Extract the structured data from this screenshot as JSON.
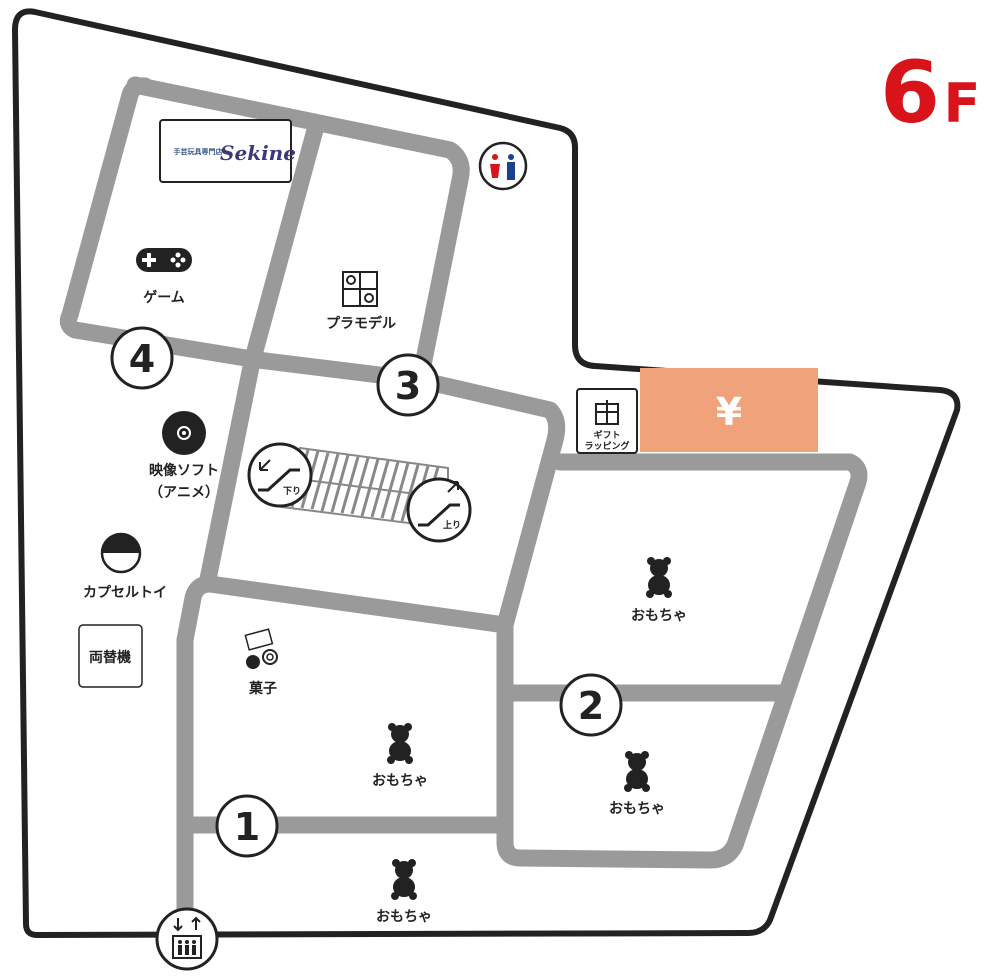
{
  "floor": {
    "number": "6",
    "suffix": "F"
  },
  "brand": {
    "small": "手芸玩具専門店",
    "name": "Sekine"
  },
  "labels": {
    "game": "ゲーム",
    "plamodel": "プラモデル",
    "video_line1": "映像ソフト",
    "video_line2": "（アニメ）",
    "capsule": "カプセルトイ",
    "exchange": "両替機",
    "sweets": "菓子",
    "toys_right": "おもちゃ",
    "toys_right2": "おもちゃ",
    "toys_center": "おもちゃ",
    "toys_bottom": "おもちゃ",
    "gift_line1": "ギフト",
    "gift_line2": "ラッピング",
    "cashier": "¥",
    "esc_down": "下り",
    "esc_up": "上り"
  },
  "zones": [
    "1",
    "2",
    "3",
    "4"
  ],
  "colors": {
    "floor_accent": "#d8141a",
    "cashier": "#f0a27a",
    "aisle": "#9a9a9a",
    "outline": "#222222"
  },
  "icons": [
    "gamepad-icon",
    "model-kit-icon",
    "restroom-icon",
    "disc-icon",
    "capsule-toy-icon",
    "sweets-icon",
    "teddy-bear-icon",
    "gift-icon",
    "escalator-down-icon",
    "escalator-up-icon",
    "elevator-icon"
  ]
}
